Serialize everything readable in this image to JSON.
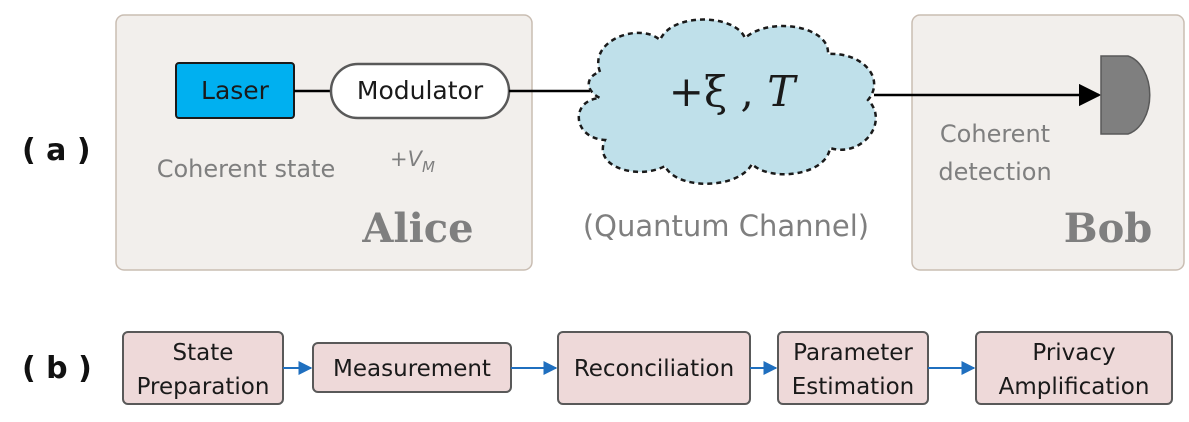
{
  "panel_a": {
    "label": "( a )",
    "alice": {
      "name": "Alice",
      "laser_label": "Laser",
      "modulator_label": "Modulator",
      "source_caption": "Coherent state",
      "modulation_var_prefix": "+V",
      "modulation_var_sub": "M"
    },
    "channel": {
      "params_prefix": "+ξ , ",
      "params_T": "T",
      "caption": "(Quantum Channel)"
    },
    "bob": {
      "name": "Bob",
      "detection_line1": "Coherent",
      "detection_line2": "detection"
    }
  },
  "panel_b": {
    "label": "( b )",
    "steps": [
      {
        "line1": "State",
        "line2": "Preparation"
      },
      {
        "line1": "Measurement"
      },
      {
        "line1": "Reconciliation"
      },
      {
        "line1": "Parameter",
        "line2": "Estimation"
      },
      {
        "line1": "Privacy",
        "line2": "Amplification"
      }
    ]
  },
  "colors": {
    "party_box_fill": "#f2efec",
    "party_box_stroke": "#c9bdb2",
    "laser_fill": "#00b0f0",
    "cloud_fill": "#bfe0ea",
    "step_fill": "#eed9d9",
    "step_stroke": "#595959",
    "arrow_blue": "#1f6fbf",
    "detector_fill": "#7f7f7f"
  },
  "icons": {
    "detector": "d-shaped-detector-icon",
    "channel": "cloud-icon"
  }
}
